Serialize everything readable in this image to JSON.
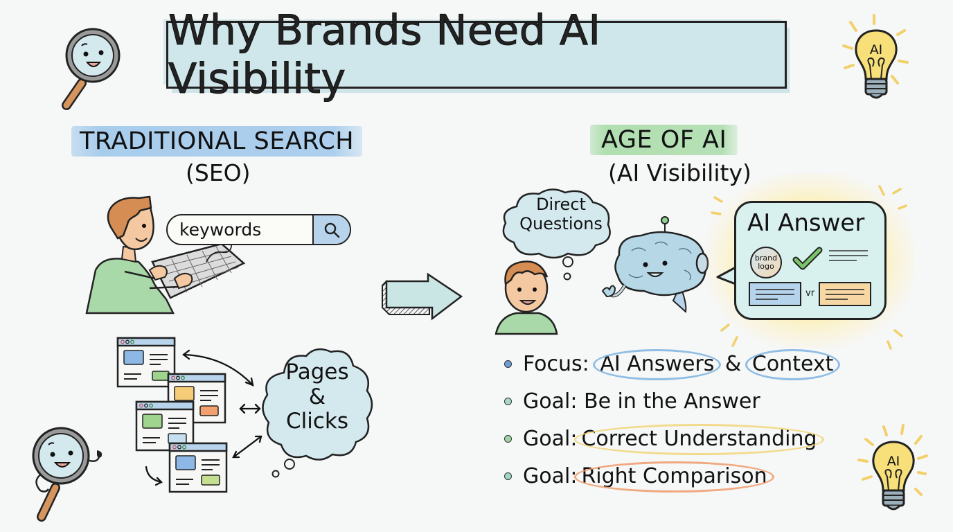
{
  "title": "Why Brands Need AI Visibility",
  "left": {
    "heading": "TRADITIONAL SEARCH",
    "subheading": "(SEO)",
    "search_bar": {
      "value": "keywords",
      "icon": "search-icon"
    },
    "cloud": {
      "line1": "Pages",
      "line2": "&",
      "line3": "Clicks"
    },
    "pages": [
      {
        "block_color": "#8db8e6",
        "accent_color": "#9fd48f"
      },
      {
        "block_color": "#f5cd79",
        "accent_color": "#f2a06f"
      },
      {
        "block_color": "#9fd48f",
        "accent_color": "#c6dff0"
      },
      {
        "block_color": "#8db8e6",
        "accent_color": "#c4df8f"
      }
    ]
  },
  "right": {
    "heading": "AGE OF AI",
    "subheading": "(AI Visibility)",
    "thought_cloud": {
      "line1": "Direct",
      "line2": "Questions"
    },
    "answer_card": {
      "title": "AI Answer",
      "logo_line1": "brand",
      "logo_line2": "logo",
      "vs_label": "vr"
    },
    "bullets": [
      {
        "prefix": "Focus:",
        "parts": [
          "AI Answers",
          "&",
          "Context"
        ],
        "dot_color": "#6b9fd8"
      },
      {
        "prefix": "Goal:",
        "text": "Be in the Answer",
        "dot_color": "#a8d8c8"
      },
      {
        "prefix": "Goal:",
        "text": "Correct Understanding",
        "dot_color": "#9fd4a8",
        "ring_color": "#f2d67a"
      },
      {
        "prefix": "Goal:",
        "text": "Right Comparison",
        "dot_color": "#9fd8c8",
        "ring_color": "#ef9a6a"
      }
    ]
  },
  "bulbs": [
    {
      "label": "AI"
    },
    {
      "label": "AI"
    }
  ],
  "colors": {
    "background": "#f6f7f7",
    "title_bg": "#cfe6ea",
    "blue_highlight": "#a0c8eb",
    "green_highlight": "#aadcaa",
    "card_bg": "#d8f1ef",
    "bulb_yellow": "#f7df7a",
    "ring_blue": "#7fb4e0",
    "ring_yellow": "#f2d67a",
    "ring_orange": "#ef9a6a"
  }
}
